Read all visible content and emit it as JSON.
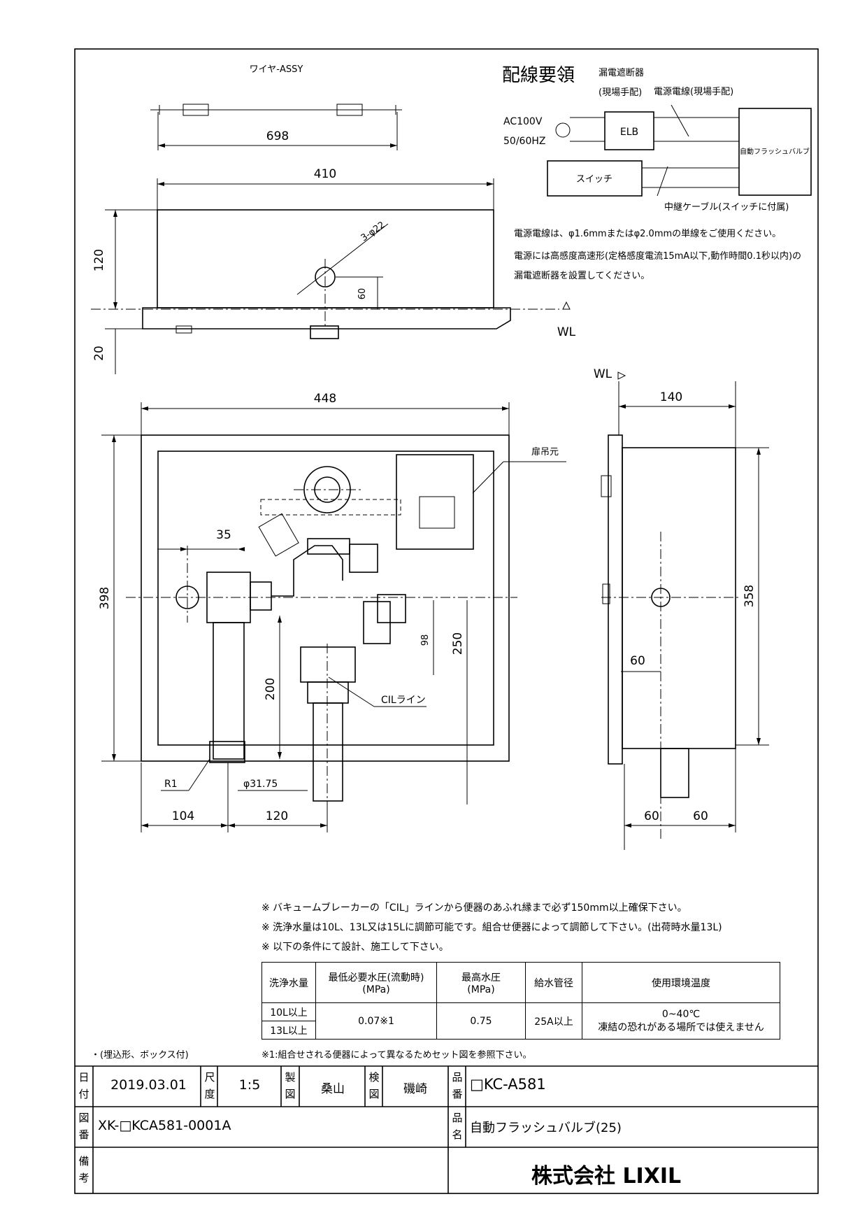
{
  "drawing": {
    "wire_assy_label": "ワイヤ-ASSY",
    "wire_length": "698",
    "front_width_top": "410",
    "hole_label": "3-φ22",
    "height_120": "120",
    "height_60": "60",
    "height_20": "20",
    "wl": "WL",
    "width_448": "448",
    "dim_35": "35",
    "height_398": "398",
    "dim_200": "200",
    "dim_98": "98",
    "dim_250": "250",
    "hinge_label": "扉吊元",
    "cil_label": "CILライン",
    "r1_label": "R1",
    "dia_label": "φ31.75",
    "dim_104": "104",
    "dim_120b": "120",
    "side_140": "140",
    "side_358": "358",
    "side_60a": "60",
    "side_60b": "60",
    "side_60c": "60"
  },
  "wiring": {
    "title": "配線要領",
    "breaker_label": "漏電遮断器",
    "breaker_note": "(現場手配)",
    "power_wire": "電源電線(現場手配)",
    "ac1": "AC100V",
    "ac2": "50/60HZ",
    "elb": "ELB",
    "valve": "自動フラッシュバルブ",
    "switch": "スイッチ",
    "relay_cable": "中継ケーブル(スイッチに付属)",
    "note1": "電源電線は、φ1.6mmまたはφ2.0mmの単線をご使用ください。",
    "note2": "電源には高感度高速形(定格感度電流15mA以下,動作時間0.1秒以内)の",
    "note3": "漏電遮断器を設置してください。"
  },
  "notes": {
    "n1": "※ バキュームブレーカーの「CIL」ラインから便器のあふれ縁まで必ず150mm以上確保下さい。",
    "n2": "※ 洗浄水量は10L、13L又は15Lに調節可能です。組合せ便器によって調節して下さい。(出荷時水量13L)",
    "n3": "※ 以下の条件にて設計、施工して下さい。",
    "footnote": "※1:組合せされる便器によって異なるためセット図を参照下さい。",
    "type": "・(埋込形、ボックス付)"
  },
  "spec_table": {
    "headers": [
      "洗浄水量",
      "最低必要水圧(流動時)\n(MPa)",
      "最高水圧\n(MPa)",
      "給水管径",
      "使用環境温度"
    ],
    "vol1": "10L以上",
    "vol2": "13L以上",
    "min_pressure": "0.07※1",
    "max_pressure": "0.75",
    "pipe": "25A以上",
    "temp1": "0~40℃",
    "temp2": "凍結の恐れがある場所では使えません"
  },
  "title_block": {
    "date_label": "日付",
    "date": "2019.03.01",
    "scale_label": "尺度",
    "scale": "1:5",
    "drawn_label": "製図",
    "drawn": "桑山",
    "check_label": "検図",
    "check": "磯崎",
    "part_no_label": "品番",
    "part_no": "□KC-A581",
    "drawing_no_label": "図番",
    "drawing_no": "XK-□KCA581-0001A",
    "name_label": "品名",
    "name": "自動フラッシュバルブ(25)",
    "remarks_label": "備考",
    "company": "株式会社 LIXIL"
  }
}
